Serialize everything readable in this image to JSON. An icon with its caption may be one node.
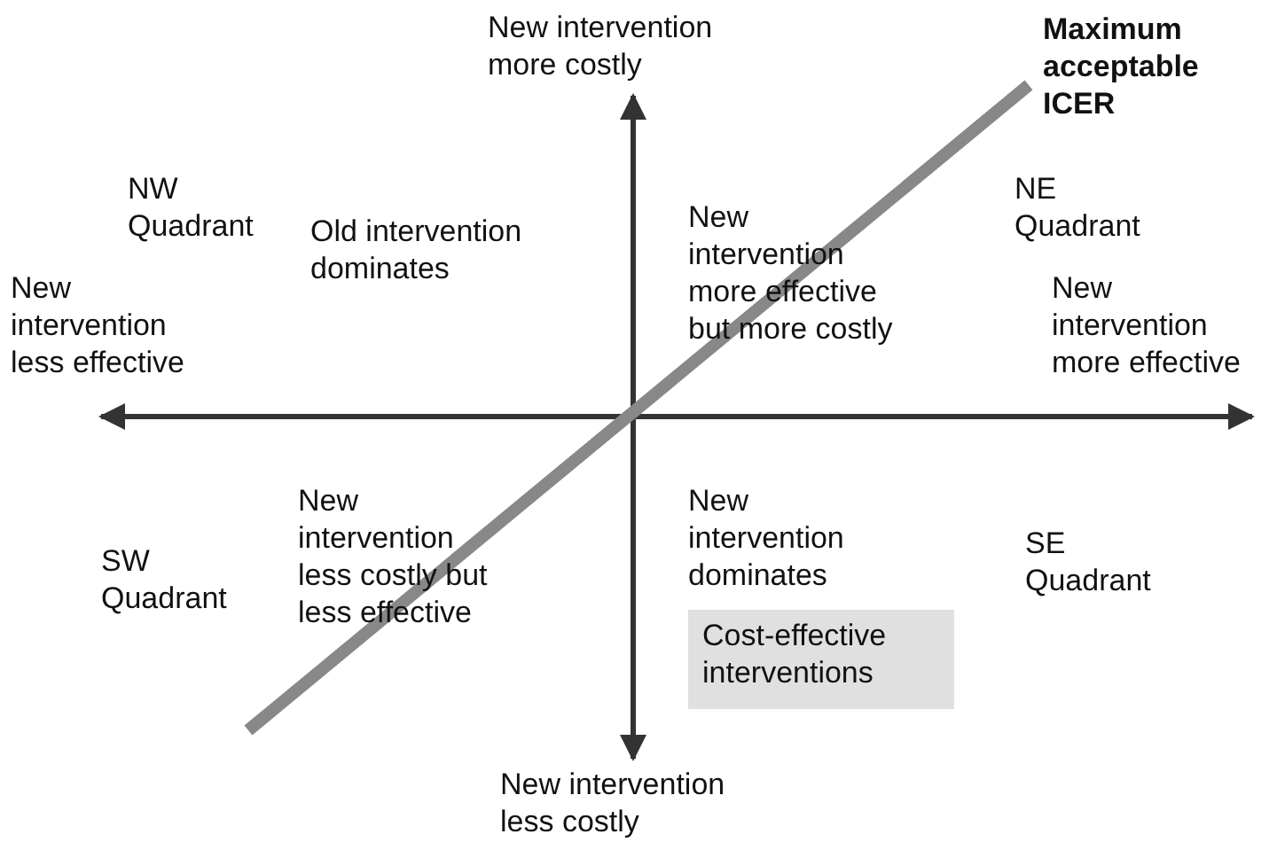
{
  "diagram": {
    "nodes": [
      {
        "text": [
          "Cost-effective interventions"
        ]
      }
    ],
    "labels": [
      "New intervention more costly",
      "Maximum acceptable ICER",
      "NW Quadrant",
      "Old intervention dominates",
      "New intervention more effective but more costly",
      "NE Quadrant",
      "New intervention less effective",
      "New intervention more effective",
      "SW Quadrant",
      "New intervention less costly but less effective",
      "New intervention dominates",
      "SE Quadrant",
      "New intervention less costly"
    ]
  }
}
